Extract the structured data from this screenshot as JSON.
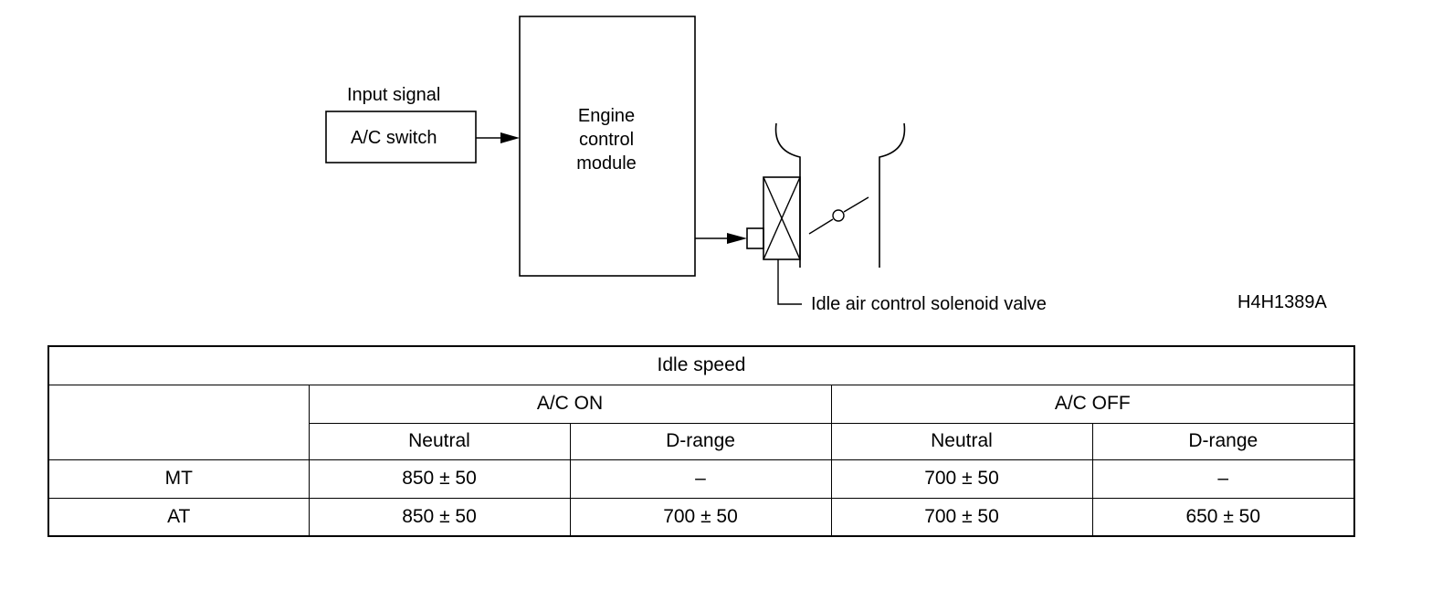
{
  "diagram": {
    "input_signal_label": "Input signal",
    "ac_switch_label": "A/C switch",
    "ecm_label_line1": "Engine",
    "ecm_label_line2": "control",
    "ecm_label_line3": "module",
    "valve_label": "Idle air control solenoid valve",
    "figure_code": "H4H1389A"
  },
  "table": {
    "title": "Idle speed",
    "group_headers": [
      "A/C ON",
      "A/C OFF"
    ],
    "sub_headers": [
      "Neutral",
      "D-range",
      "Neutral",
      "D-range"
    ],
    "rows": [
      {
        "label": "MT",
        "cells": [
          "850 ± 50",
          "–",
          "700 ± 50",
          "–"
        ]
      },
      {
        "label": "AT",
        "cells": [
          "850 ± 50",
          "700 ± 50",
          "700 ± 50",
          "650 ± 50"
        ]
      }
    ]
  }
}
